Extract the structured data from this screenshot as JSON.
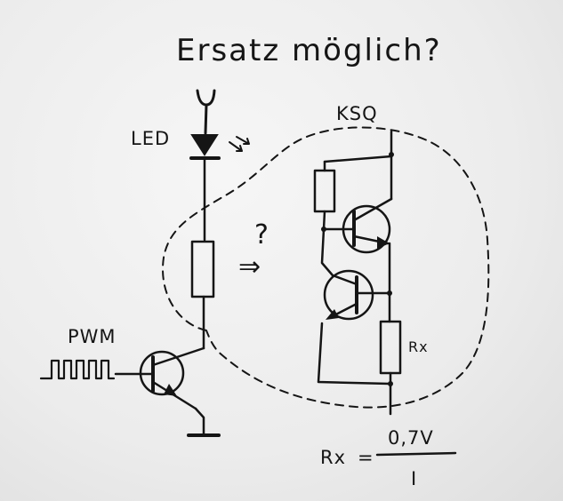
{
  "title": "Ersatz möglich?",
  "labels": {
    "led": "LED",
    "pwm": "PWM",
    "ksq": "KSQ",
    "question": "?",
    "rx_resistor": "Rx",
    "arrow": "⇒"
  },
  "formula": {
    "lhs": "Rx",
    "equals": "=",
    "numerator": "0,7V",
    "denominator": "I"
  }
}
